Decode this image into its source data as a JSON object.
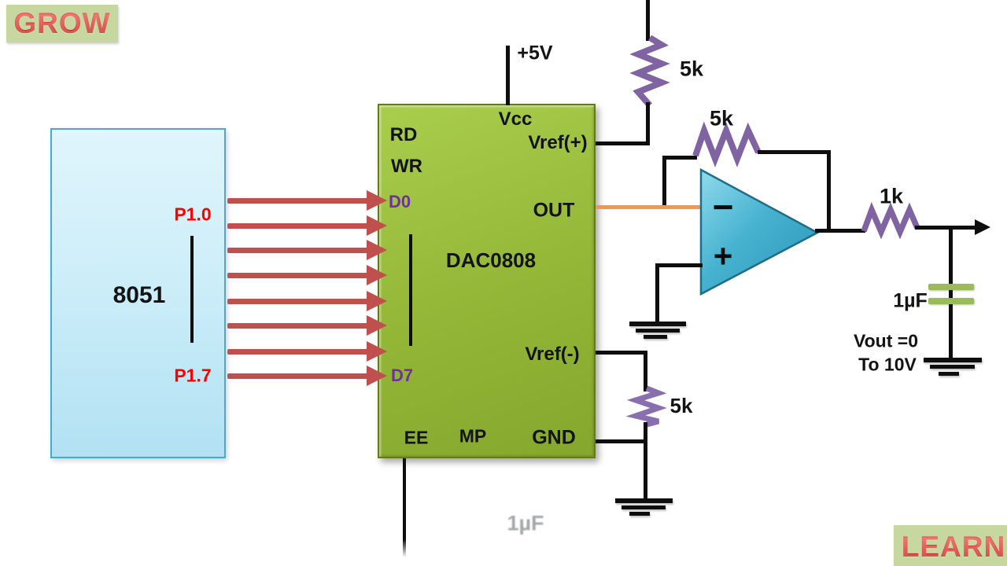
{
  "watermarks": {
    "grow": "GROW",
    "learn": "LEARN"
  },
  "mcu": {
    "title": "8051",
    "pins": {
      "p1_0": "P1.0",
      "p1_7": "P1.7"
    }
  },
  "dac": {
    "title": "DAC0808",
    "pins": {
      "rd": "RD",
      "wr": "WR",
      "vcc": "Vcc",
      "vref_plus": "Vref(+)",
      "d0": "D0",
      "d7": "D7",
      "out": "OUT",
      "vref_minus": "Vref(-)",
      "gnd": "GND",
      "ee": "EE",
      "mp": "MP"
    }
  },
  "supply": {
    "label": "+5V"
  },
  "resistors": {
    "top": "5k",
    "feedback": "5k",
    "vref_minus": "5k",
    "output": "1k"
  },
  "capacitors": {
    "output": "1µF",
    "comp": "1µF"
  },
  "opamp": {
    "inverting": "−",
    "noninverting": "+"
  },
  "output_note": {
    "line1": "Vout =0",
    "line2": "To 10V"
  },
  "bus": {
    "arrow_count": 8,
    "direction": "8051 to DAC0808"
  },
  "colors": {
    "bus_arrow": "#C0504D",
    "resistor": "#8064A2",
    "opamp_fill": "#4BACC6",
    "out_wire": "#F79646",
    "capacitor_plate": "#9BBB59",
    "dac_fill": "#95B73B",
    "mcu_fill": "#CDEBF8",
    "mcu_border": "#49A8CB",
    "pin_label_red": "#FF0000",
    "data_pin_purple": "#7030A0",
    "watermark_bg": "#C6D89F",
    "watermark_text": "#D62B26"
  }
}
